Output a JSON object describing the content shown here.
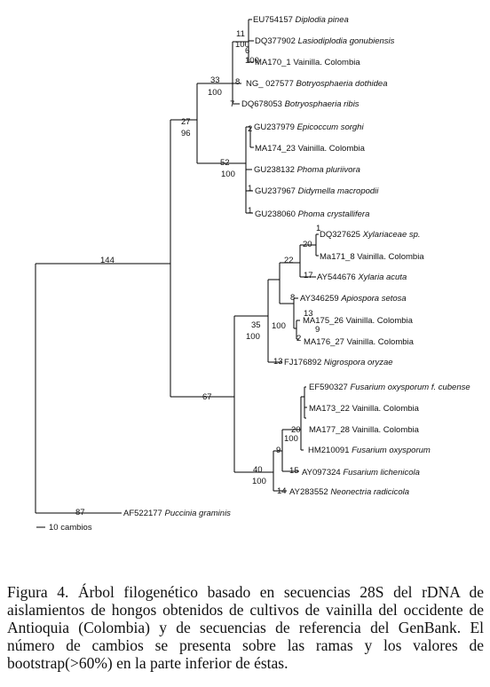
{
  "taxa": [
    {
      "acc": "EU754157",
      "sp": "Diplodia pinea",
      "it": true
    },
    {
      "acc": "DQ377902",
      "sp": "Lasiodiplodia gonubiensis",
      "it": true
    },
    {
      "acc": "MA170_1",
      "sp": "Vainilla. Colombia",
      "it": false
    },
    {
      "acc": "NG_ 027577",
      "sp": "Botryosphaeria dothidea",
      "it": true
    },
    {
      "acc": "DQ678053",
      "sp": "Botryosphaeria ribis",
      "it": true
    },
    {
      "acc": "GU237979",
      "sp": "Epicoccum sorghi",
      "it": true
    },
    {
      "acc": "MA174_23",
      "sp": "Vainilla. Colombia",
      "it": false
    },
    {
      "acc": "GU238132",
      "sp": "Phoma pluriivora",
      "it": true
    },
    {
      "acc": "GU237967",
      "sp": "Didymella macropodii",
      "it": true
    },
    {
      "acc": "GU238060",
      "sp": "Phoma crystallifera",
      "it": true
    },
    {
      "acc": "DQ327625",
      "sp": "Xylariaceae sp.",
      "it": true
    },
    {
      "acc": "Ma171_8",
      "sp": "Vainilla. Colombia",
      "it": false
    },
    {
      "acc": "AY544676",
      "sp": "Xylaria acuta",
      "it": true
    },
    {
      "acc": "AY346259",
      "sp": "Apiospora setosa",
      "it": true
    },
    {
      "acc": "MA175_26",
      "sp": "Vainilla. Colombia",
      "it": false
    },
    {
      "acc": "MA176_27",
      "sp": "Vainilla. Colombia",
      "it": false
    },
    {
      "acc": "FJ176892",
      "sp": "Nigrospora oryzae",
      "it": true
    },
    {
      "acc": "EF590327",
      "sp": "Fusarium oxysporum f. cubense",
      "it": true
    },
    {
      "acc": "MA173_22",
      "sp": "Vainilla. Colombia",
      "it": false
    },
    {
      "acc": "MA177_28",
      "sp": "Vainilla. Colombia",
      "it": false
    },
    {
      "acc": "HM210091",
      "sp": "Fusarium oxysporum",
      "it": true
    },
    {
      "acc": "AY097324",
      "sp": "Fusarium lichenicola",
      "it": true
    },
    {
      "acc": "AY283552",
      "sp": "Neonectria radicicola",
      "it": true
    },
    {
      "acc": "AF522177",
      "sp": "Puccinia graminis",
      "it": true
    }
  ],
  "branch_changes": [
    "144",
    "27",
    "33",
    "11",
    "6",
    "8",
    "7",
    "52",
    "2",
    "1",
    "1",
    "67",
    "35",
    "22",
    "20",
    "1",
    "17",
    "8",
    "13",
    "9",
    "2",
    "13",
    "40",
    "9",
    "20",
    "15",
    "14",
    "87"
  ],
  "bootstrap": [
    "96",
    "100",
    "100",
    "100",
    "100",
    "100",
    "100",
    "100",
    "100"
  ],
  "scale_bar_label": "10 cambios",
  "caption": "Figura 4. Árbol filogenético basado en secuencias 28S del rDNA de aislamientos de hongos obtenidos de cultivos de vainilla del occidente de Antioquia (Colombia) y de secuencias de referencia del GenBank. El número de cambios se presenta sobre las ramas y los valores de bootstrap(>60%) en la parte inferior de éstas."
}
